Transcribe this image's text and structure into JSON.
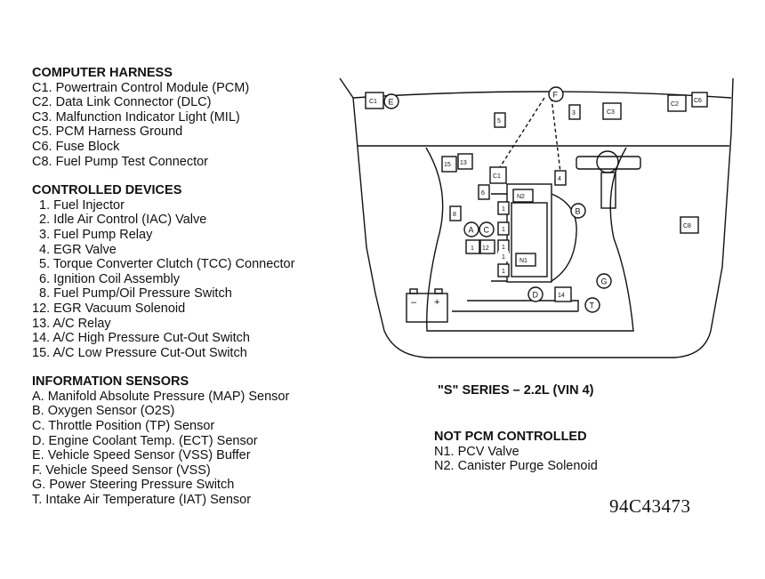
{
  "computer_harness": {
    "title": "COMPUTER HARNESS",
    "items": [
      "C1. Powertrain Control Module (PCM)",
      "C2. Data Link Connector (DLC)",
      "C3. Malfunction Indicator Light (MIL)",
      "C5. PCM Harness Ground",
      "C6. Fuse Block",
      "C8. Fuel Pump Test Connector"
    ]
  },
  "controlled_devices": {
    "title": "CONTROLLED DEVICES",
    "items": [
      "1. Fuel Injector",
      "2. Idle Air Control (IAC) Valve",
      "3. Fuel Pump Relay",
      "4. EGR Valve",
      "5. Torque Converter Clutch (TCC) Connector",
      "6. Ignition Coil Assembly",
      "8. Fuel Pump/Oil Pressure Switch",
      "12. EGR Vacuum Solenoid",
      "13. A/C Relay",
      "14. A/C High Pressure Cut-Out Switch",
      "15. A/C Low Pressure Cut-Out Switch"
    ]
  },
  "information_sensors": {
    "title": "INFORMATION SENSORS",
    "items": [
      "A. Manifold Absolute Pressure (MAP) Sensor",
      "B. Oxygen Sensor (O2S)",
      "C. Throttle Position (TP) Sensor",
      "D. Engine Coolant Temp. (ECT) Sensor",
      "E. Vehicle Speed Sensor (VSS) Buffer",
      "F. Vehicle Speed Sensor (VSS)",
      "G. Power Steering Pressure Switch",
      "T. Intake Air Temperature (IAT) Sensor"
    ]
  },
  "series_title": "\"S\" SERIES  –  2.2L (VIN 4)",
  "not_pcm_controlled": {
    "title": "NOT PCM CONTROLLED",
    "items": [
      "N1. PCV Valve",
      "N2. Canister Purge Solenoid"
    ]
  },
  "figure_code": "94C43473",
  "diagram": {
    "box_labels": {
      "c1_dash": "C1",
      "c1_engine": "C1",
      "c2": "C2",
      "c6": "C6",
      "c3": "C3",
      "c8": "C8",
      "n1": "N1",
      "n2": "N2",
      "n3": "3",
      "n5": "5",
      "n4": "4",
      "n6": "6",
      "n8": "8",
      "n15": "15",
      "n13": "13",
      "n1_block": "1",
      "n12": "12",
      "n14": "14",
      "r1a": "1",
      "r1b": "1",
      "r1c": "1",
      "r1d": "1",
      "r1e": "1"
    },
    "circle_labels": {
      "e": "E",
      "f": "F",
      "b": "B",
      "a": "A",
      "c": "C",
      "d": "D",
      "g": "G",
      "t": "T"
    },
    "battery_signs": {
      "minus": "–",
      "plus": "+"
    }
  }
}
